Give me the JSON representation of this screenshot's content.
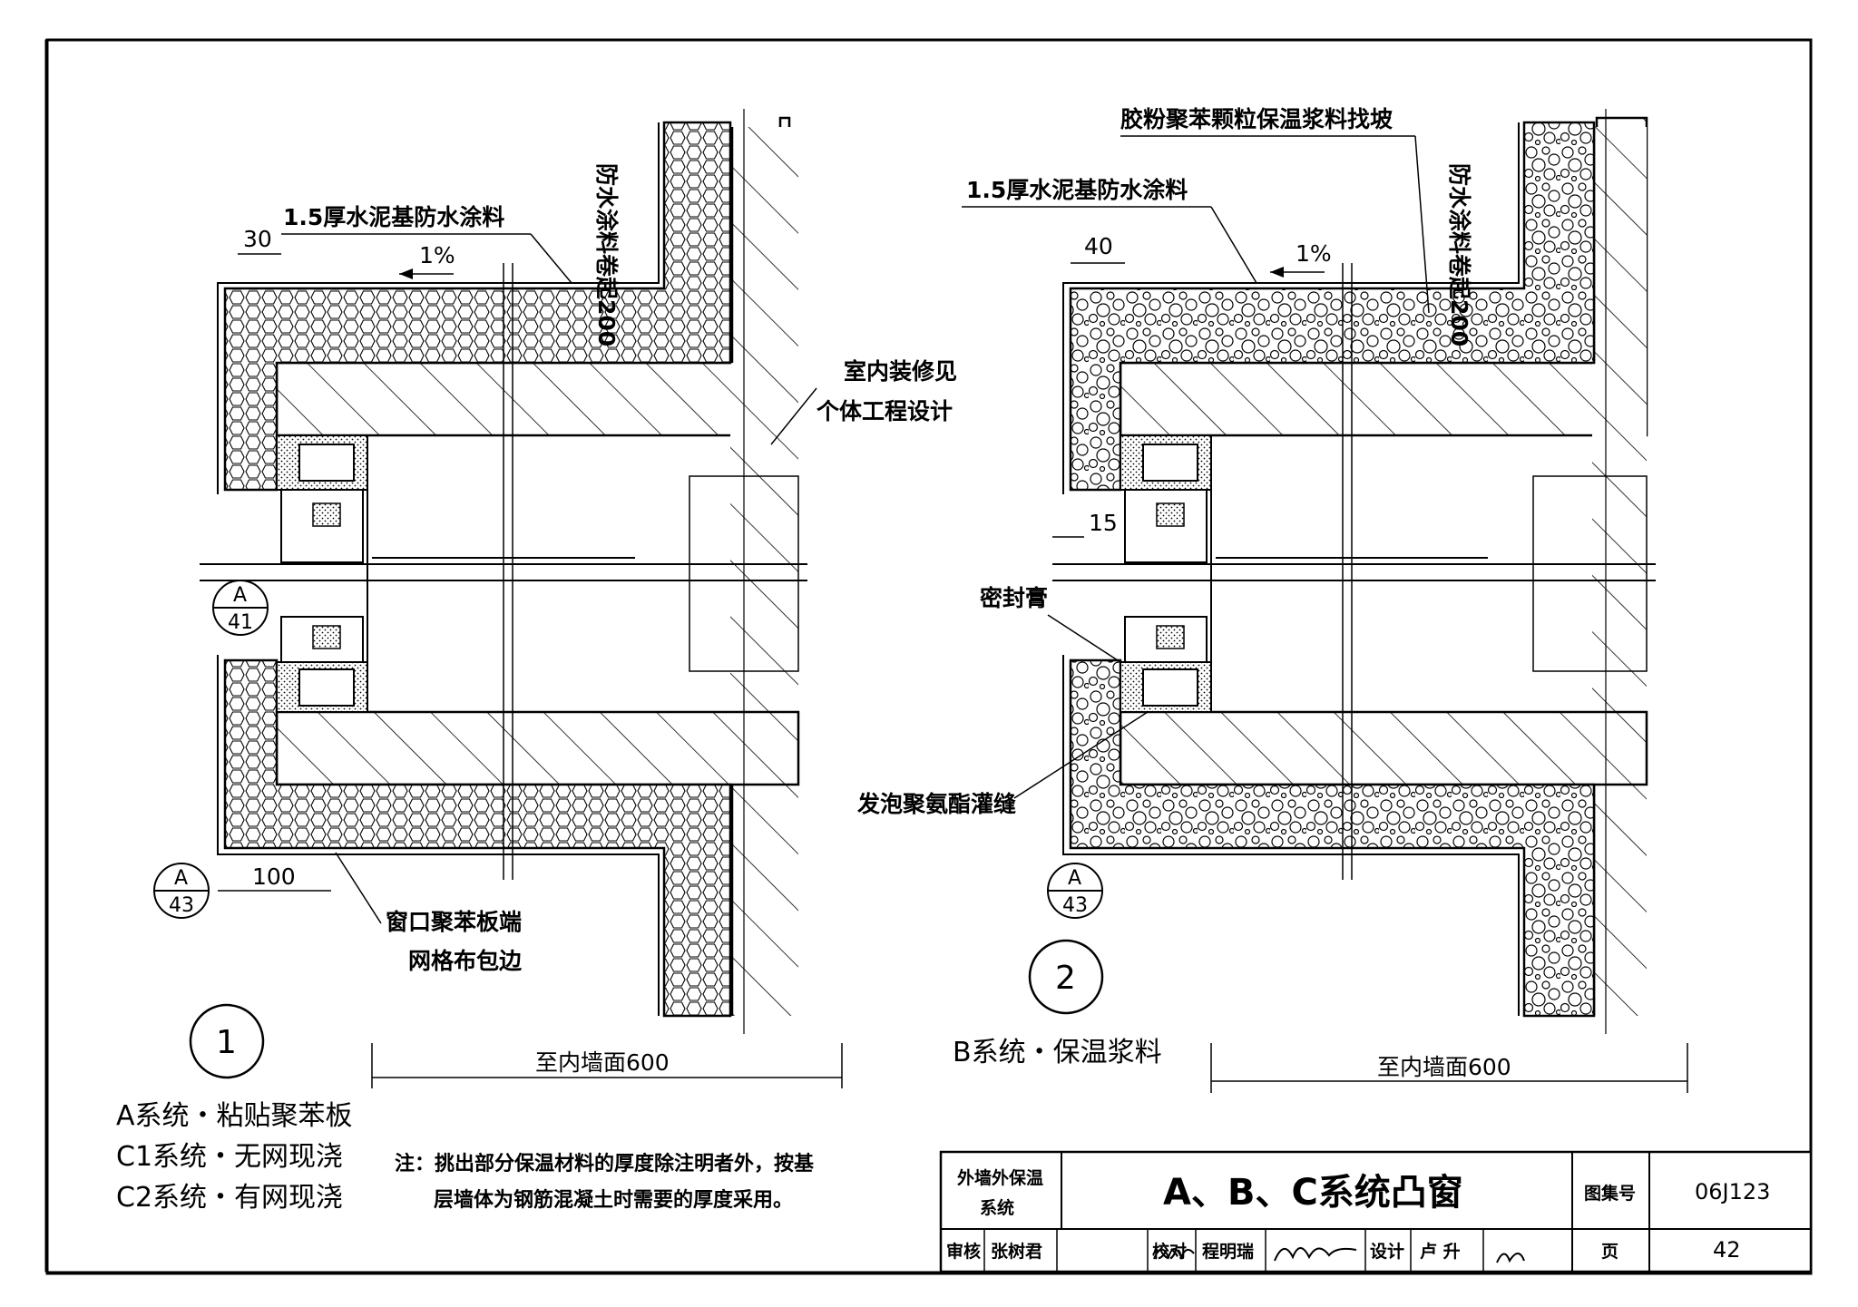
{
  "detail1": {
    "number": "1",
    "label_waterproof": "1.5厚水泥基防水涂料",
    "label_upturn": "防水涂料卷起200",
    "dim_top": "30",
    "slope": "1%",
    "label_interior_1": "室内装修见",
    "label_interior_2": "个体工程设计",
    "dim_bottom": "100",
    "label_mesh_1": "窗口聚苯板端",
    "label_mesh_2": "网格布包边",
    "dim_width": "至内墙面600",
    "ref_top": {
      "letter": "A",
      "sheet": "41"
    },
    "ref_bottom": {
      "letter": "A",
      "sheet": "43"
    },
    "systems": [
      "A系统・粘贴聚苯板",
      "C1系统・无网现浇",
      "C2系统・有网现浇"
    ]
  },
  "detail2": {
    "number": "2",
    "label_mortar": "胶粉聚苯颗粒保温浆料找坡",
    "label_waterproof": "1.5厚水泥基防水涂料",
    "label_upturn": "防水涂料卷起200",
    "dim_top": "40",
    "slope": "1%",
    "dim_gap": "15",
    "label_sealant": "密封膏",
    "label_foam": "发泡聚氨酯灌缝",
    "dim_width": "至内墙面600",
    "ref_bottom": {
      "letter": "A",
      "sheet": "43"
    },
    "system": "B系统・保温浆料"
  },
  "note": {
    "line1": "注：挑出部分保温材料的厚度除注明者外，按基",
    "line2": "层墙体为钢筋混凝土时需要的厚度采用。"
  },
  "title_block": {
    "category_1": "外墙外保温",
    "category_2": "系统",
    "title": "A、B、C系统凸窗",
    "atlas_label": "图集号",
    "atlas_value": "06J123",
    "review_label": "审核",
    "review_name": "张树君",
    "check_label": "校对",
    "check_name": "程明瑞",
    "design_label": "设计",
    "design_name": "卢 升",
    "page_label": "页",
    "page_value": "42"
  }
}
